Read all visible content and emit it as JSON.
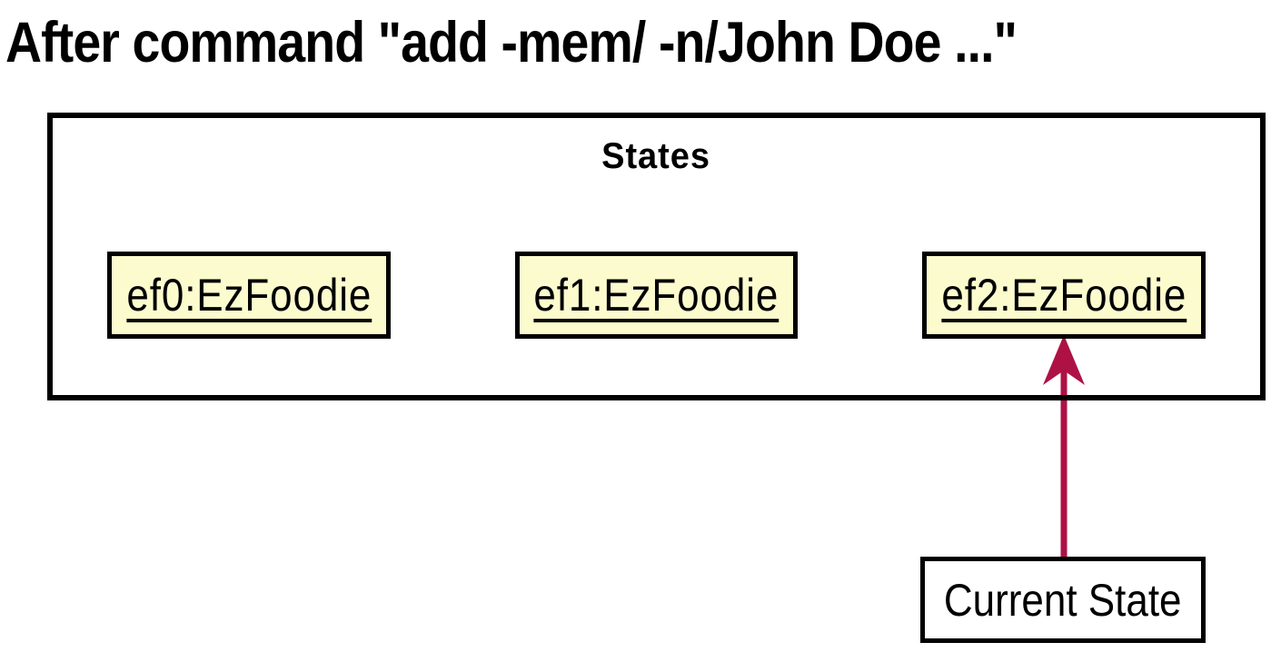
{
  "title": "After command \"add -mem/ -n/John Doe ...\"",
  "states_frame": {
    "label": "States",
    "objects": [
      {
        "label": "ef0:EzFoodie"
      },
      {
        "label": "ef1:EzFoodie"
      },
      {
        "label": "ef2:EzFoodie"
      }
    ]
  },
  "annotation": {
    "label": "Current State"
  },
  "arrow": {
    "from": "Current State",
    "to": "ef2:EzFoodie",
    "direction": "up",
    "color": "#ae1245"
  },
  "colors": {
    "background": "#ffffff",
    "object_fill": "#fbfbce",
    "object_border": "#000000",
    "frame_border": "#000000",
    "text": "#000000",
    "arrow": "#ae1245"
  }
}
